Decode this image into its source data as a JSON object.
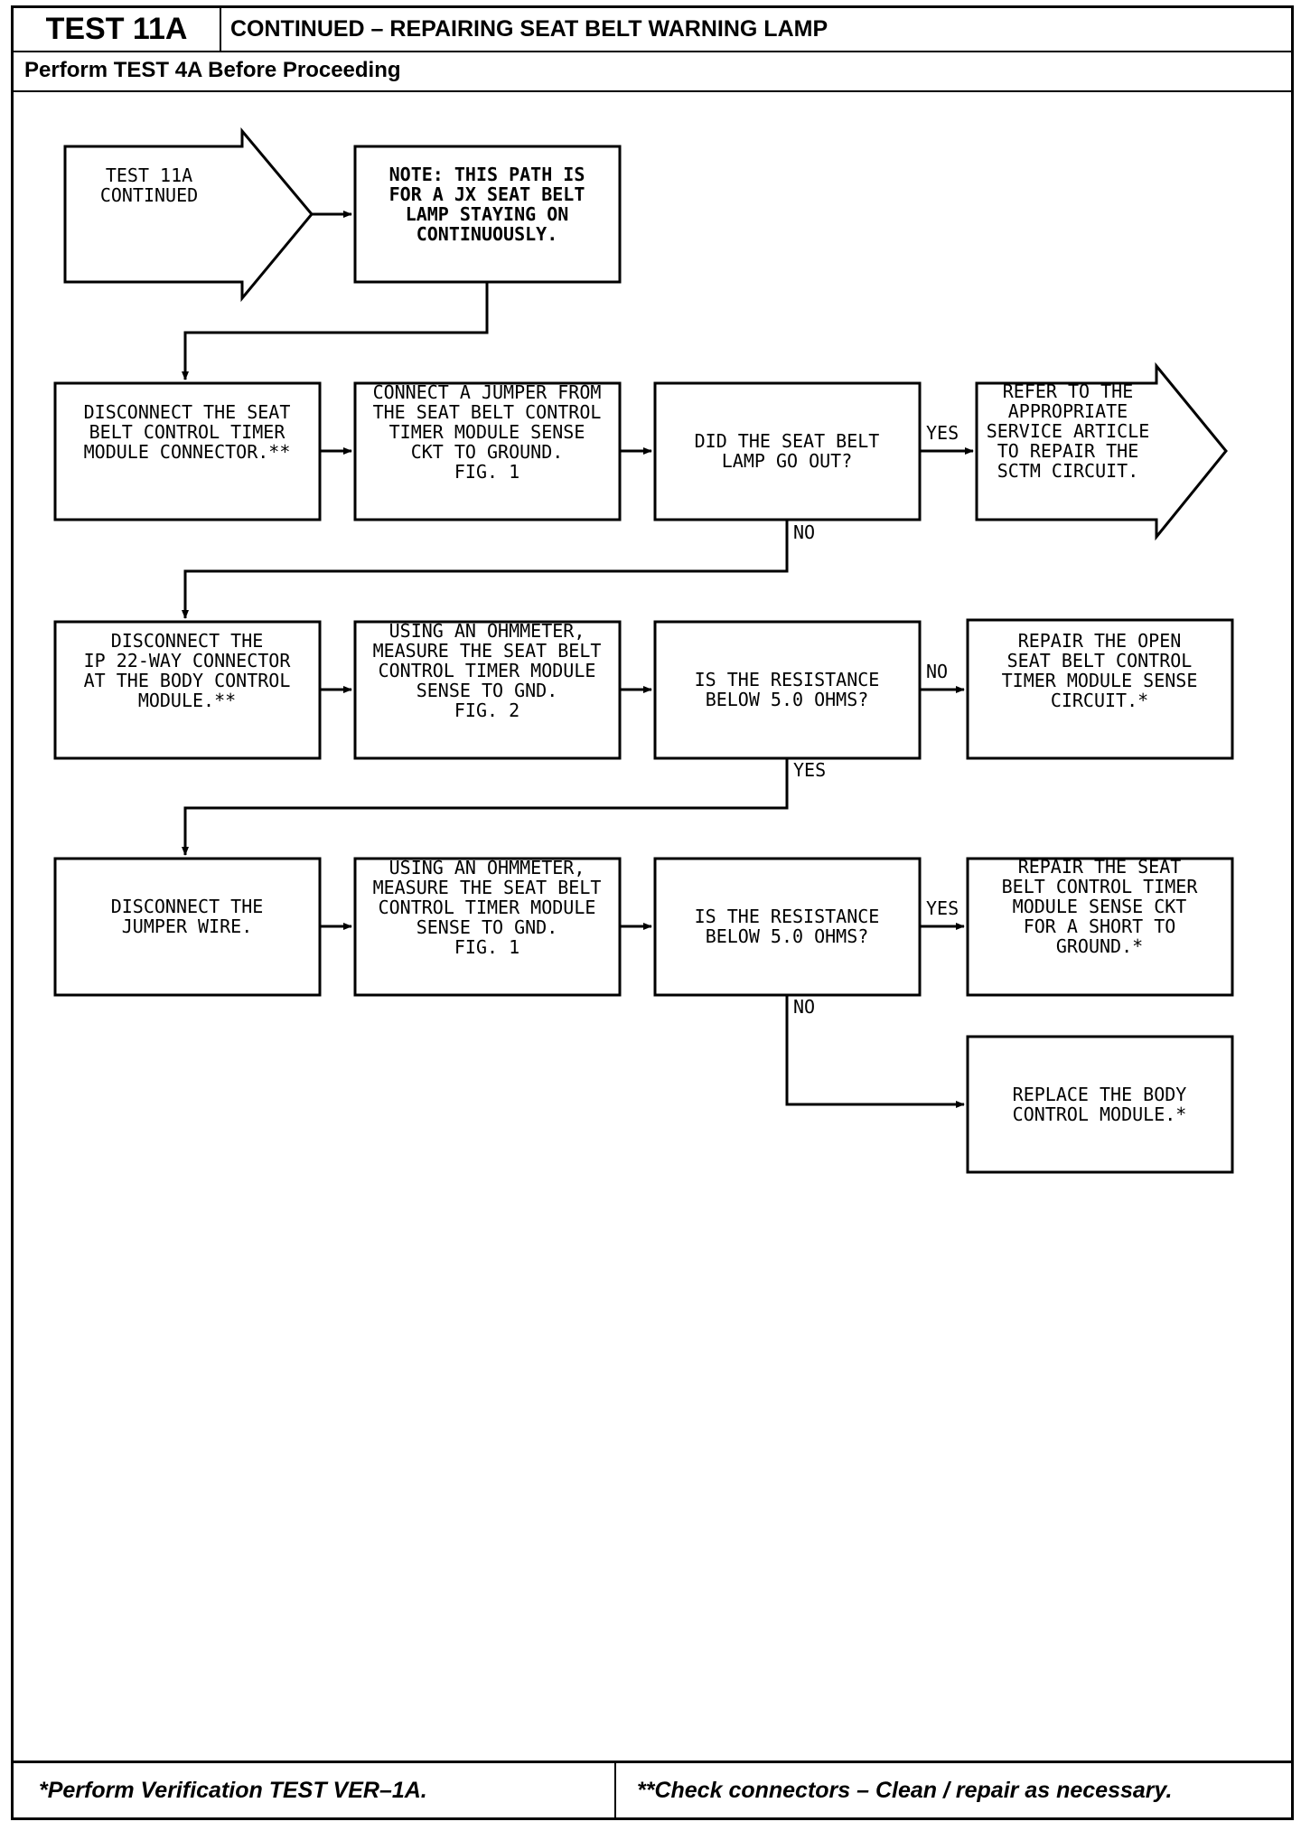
{
  "header": {
    "test_id": "TEST 11A",
    "title": "CONTINUED – REPAIRING SEAT BELT WARNING LAMP",
    "subtitle": "Perform TEST 4A Before Proceeding"
  },
  "flow": {
    "start": [
      "TEST 11A",
      "CONTINUED"
    ],
    "note": [
      "NOTE: THIS PATH IS",
      "FOR A JX SEAT BELT",
      "LAMP STAYING ON",
      "CONTINUOUSLY."
    ],
    "row1": {
      "step1": [
        "DISCONNECT THE SEAT",
        "BELT CONTROL TIMER",
        "MODULE CONNECTOR.**"
      ],
      "step2": [
        "CONNECT A JUMPER FROM",
        "THE SEAT BELT CONTROL",
        "TIMER MODULE SENSE",
        "CKT TO GROUND.",
        "FIG. 1"
      ],
      "question": [
        "DID THE SEAT BELT",
        "LAMP GO OUT?"
      ],
      "yes_label": "YES",
      "no_label": "NO",
      "yes_result": [
        "REFER TO THE",
        "APPROPRIATE",
        "SERVICE ARTICLE",
        "TO REPAIR THE",
        "SCTM CIRCUIT."
      ]
    },
    "row2": {
      "step1": [
        "DISCONNECT THE",
        "IP 22-WAY CONNECTOR",
        "AT THE BODY CONTROL",
        "MODULE.**"
      ],
      "step2": [
        "USING AN OHMMETER,",
        "MEASURE THE SEAT BELT",
        "CONTROL TIMER MODULE",
        "SENSE TO GND.",
        "FIG. 2"
      ],
      "question": [
        "IS THE RESISTANCE",
        "BELOW 5.0 OHMS?"
      ],
      "no_label": "NO",
      "yes_label": "YES",
      "no_result": [
        "REPAIR THE OPEN",
        "SEAT BELT CONTROL",
        "TIMER MODULE SENSE",
        "CIRCUIT.*"
      ]
    },
    "row3": {
      "step1": [
        "DISCONNECT THE",
        "JUMPER WIRE."
      ],
      "step2": [
        "USING AN OHMMETER,",
        "MEASURE THE SEAT BELT",
        "CONTROL TIMER MODULE",
        "SENSE TO GND.",
        "FIG. 1"
      ],
      "question": [
        "IS THE RESISTANCE",
        "BELOW 5.0 OHMS?"
      ],
      "yes_label": "YES",
      "no_label": "NO",
      "yes_result": [
        "REPAIR THE SEAT",
        "BELT CONTROL TIMER",
        "MODULE SENSE CKT",
        "FOR A SHORT TO",
        "GROUND.*"
      ],
      "no_result": [
        "REPLACE THE BODY",
        "CONTROL MODULE.*"
      ]
    }
  },
  "footer": {
    "left": "*Perform Verification TEST VER–1A.",
    "right": "**Check connectors – Clean / repair as necessary."
  }
}
